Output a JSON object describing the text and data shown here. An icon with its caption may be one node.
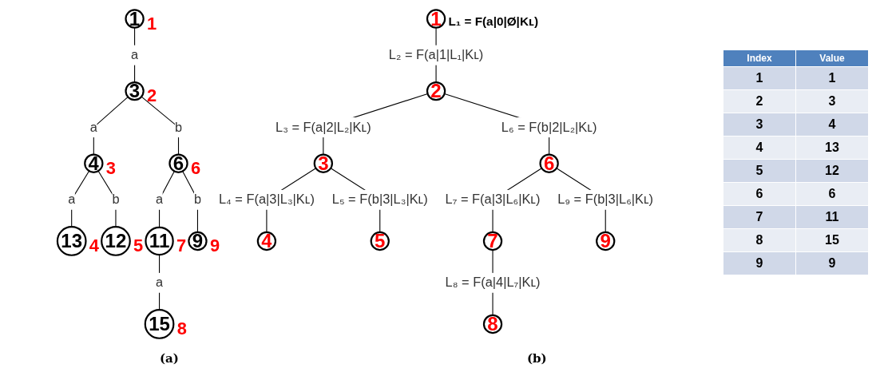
{
  "diagram": {
    "nodes": [
      {
        "text": [
          "1"
        ],
        "beside": [
          "1"
        ]
      },
      {
        "text": [
          "3"
        ],
        "beside": [
          "2"
        ]
      },
      {
        "text": [
          "4"
        ],
        "beside": [
          "3"
        ]
      },
      {
        "text": [
          "6"
        ],
        "beside": [
          "6"
        ]
      },
      {
        "text": [
          "13"
        ],
        "beside": [
          "4"
        ]
      },
      {
        "text": [
          "12"
        ],
        "beside": [
          "5"
        ]
      },
      {
        "text": [
          "11"
        ],
        "beside": [
          "7"
        ]
      },
      {
        "text": [
          "9"
        ],
        "beside": [
          "9"
        ]
      },
      {
        "text": [
          "15"
        ],
        "beside": [
          "8"
        ]
      },
      {
        "text": [
          "1"
        ],
        "beside": [
          "L₁ = F(a|0|Ø|Kʟ)"
        ]
      },
      {
        "text": [
          "2"
        ]
      },
      {
        "text": [
          "3"
        ]
      },
      {
        "text": [
          "6"
        ]
      },
      {
        "text": [
          "4"
        ]
      },
      {
        "text": [
          "5"
        ]
      },
      {
        "text": [
          "7"
        ]
      },
      {
        "text": [
          "9"
        ]
      },
      {
        "text": [
          "8"
        ]
      }
    ],
    "edges": [
      {
        "from": 0,
        "to": 1,
        "arrow": "none",
        "label": "a"
      },
      {
        "from": 1,
        "to": 2,
        "arrow": "none",
        "label": "a"
      },
      {
        "from": 1,
        "to": 3,
        "arrow": "none",
        "label": "b"
      },
      {
        "from": 2,
        "to": 4,
        "arrow": "none",
        "label": "a"
      },
      {
        "from": 2,
        "to": 5,
        "arrow": "none",
        "label": "b"
      },
      {
        "from": 3,
        "to": 6,
        "arrow": "none",
        "label": "a"
      },
      {
        "from": 3,
        "to": 7,
        "arrow": "none",
        "label": "b"
      },
      {
        "from": 6,
        "to": 8,
        "arrow": "none",
        "label": "a"
      },
      {
        "from": 9,
        "to": 10,
        "arrow": "none",
        "label": "L₂ = F(a|1|L₁|Kʟ)"
      },
      {
        "from": 10,
        "to": 11,
        "arrow": "none",
        "label": "L₃ = F(a|2|L₂|Kʟ)"
      },
      {
        "from": 10,
        "to": 12,
        "arrow": "none",
        "label": "L₆ = F(b|2|L₂|Kʟ)"
      },
      {
        "from": 11,
        "to": 13,
        "arrow": "none",
        "label": "L₄ = F(a|3|L₃|Kʟ)"
      },
      {
        "from": 11,
        "to": 14,
        "arrow": "none",
        "label": "L₅ = F(b|3|L₃|Kʟ)"
      },
      {
        "from": 12,
        "to": 15,
        "arrow": "none",
        "label": "L₇ = F(a|3|L₆|Kʟ)"
      },
      {
        "from": 12,
        "to": 16,
        "arrow": "none",
        "label": "L₉ = F(b|3|L₆|Kʟ)"
      },
      {
        "from": 15,
        "to": 17,
        "arrow": "none",
        "label": "L₈ = F(a|4|L₇|Kʟ)"
      }
    ],
    "labels": [
      "Index",
      "Value",
      "1",
      "1",
      "2",
      "3",
      "3",
      "4",
      "4",
      "13",
      "5",
      "12",
      "6",
      "6",
      "7",
      "11",
      "8",
      "15",
      "9",
      "9",
      "(a)",
      "(b)"
    ]
  }
}
